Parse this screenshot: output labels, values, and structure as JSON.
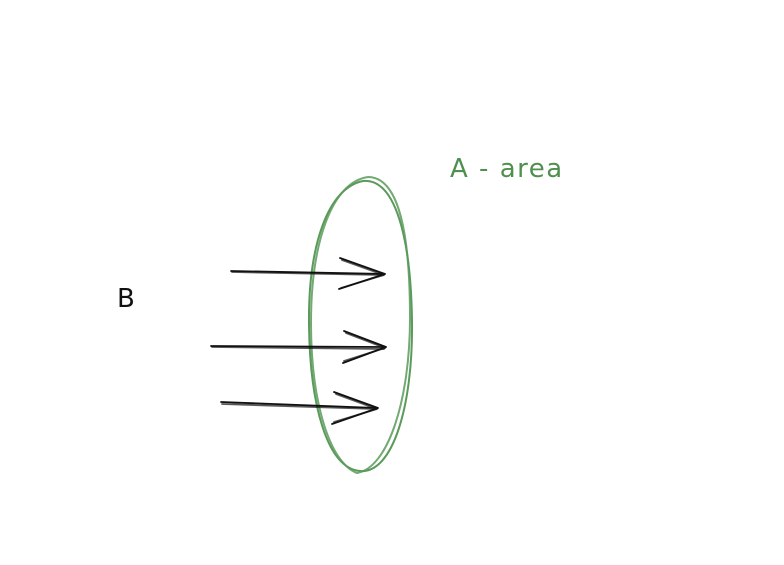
{
  "labels": {
    "field_label": "B",
    "area_label": "A - area"
  },
  "colors": {
    "ink": "#111111",
    "surface": "#5a9a5a",
    "background": "#ffffff"
  },
  "arrow_count": 3
}
